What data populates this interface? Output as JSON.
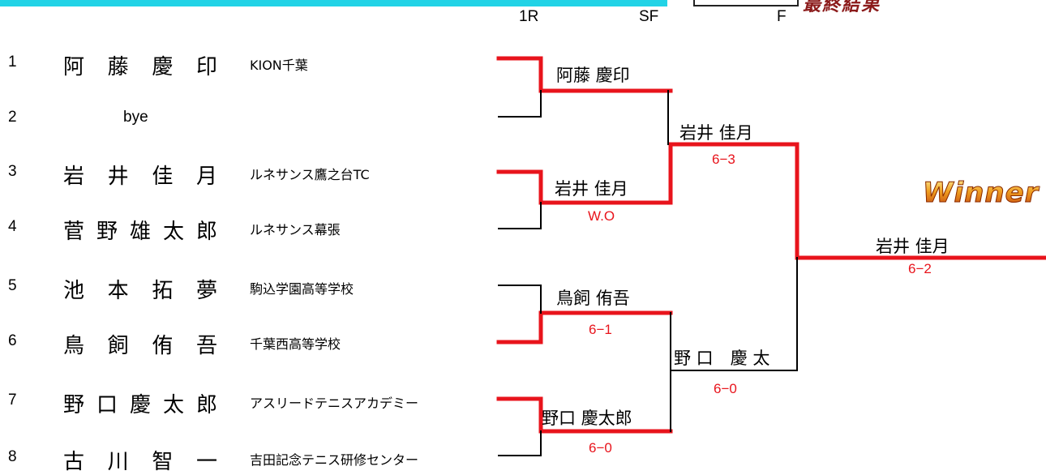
{
  "header": {
    "logo_text": "最終結果"
  },
  "rounds": {
    "r1": "1R",
    "sf": "SF",
    "f": "F"
  },
  "players": [
    {
      "seed": "1",
      "name": [
        "阿",
        "藤",
        "慶",
        "印"
      ],
      "club": "KION千葉"
    },
    {
      "seed": "2",
      "name": "bye",
      "club": ""
    },
    {
      "seed": "3",
      "name": [
        "岩",
        "井",
        "佳",
        "月"
      ],
      "club": "ルネサンス鷹之台TC"
    },
    {
      "seed": "4",
      "name": [
        "菅",
        "野",
        "雄",
        "太",
        "郎"
      ],
      "club": "ルネサンス幕張"
    },
    {
      "seed": "5",
      "name": [
        "池",
        "本",
        "拓",
        "夢"
      ],
      "club": "駒込学園高等学校"
    },
    {
      "seed": "6",
      "name": [
        "鳥",
        "飼",
        "侑",
        "吾"
      ],
      "club": "千葉西高等学校"
    },
    {
      "seed": "7",
      "name": [
        "野",
        "口",
        "慶",
        "太",
        "郎"
      ],
      "club": "アスリードテニスアカデミー"
    },
    {
      "seed": "8",
      "name": [
        "古",
        "川",
        "智",
        "一"
      ],
      "club": "吉田記念テニス研修センター"
    }
  ],
  "r1_results": [
    {
      "winner": "阿藤 慶印",
      "score": ""
    },
    {
      "winner": "岩井 佳月",
      "score": "W.O"
    },
    {
      "winner": "鳥飼 侑吾",
      "score": "6−1"
    },
    {
      "winner": "野口 慶太郎",
      "score": "6−0"
    }
  ],
  "sf_results": [
    {
      "winner": "岩井 佳月",
      "score": "6−3"
    },
    {
      "winner": "野 口　慶 太",
      "score": "6−0"
    }
  ],
  "final_result": {
    "winner": "岩井 佳月",
    "score": "6−2"
  },
  "winner_label": "Winner",
  "colors": {
    "win_line": "#e8141c",
    "lose_line": "#000000",
    "score": "#e8141c",
    "top_bar": "#22d3e6"
  }
}
